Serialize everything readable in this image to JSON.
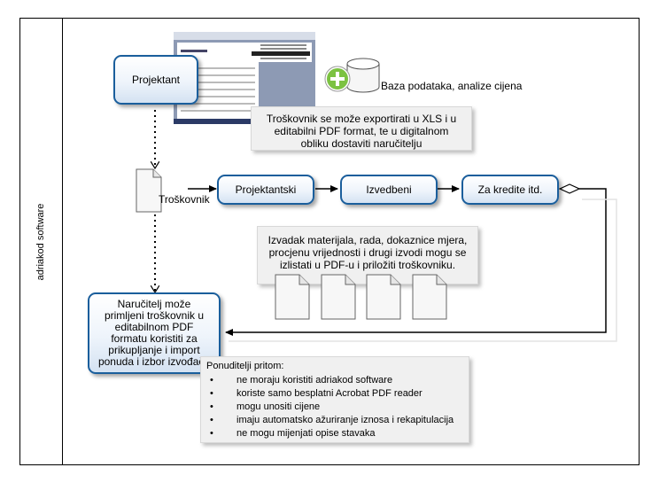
{
  "lane": {
    "label": "adriakod software"
  },
  "tasks": {
    "projektant": "Projektant",
    "projektantski": "Projektantski",
    "izvedbeni": "Izvedbeni",
    "za_kredite": "Za kredite itd.",
    "narucitelj": "Naručitelj može primljeni troškovnik u  editabilnom PDF formatu koristiti za prikupljanje i import ponuda i izbor izvođača"
  },
  "database": {
    "label": "Baza podataka, analize cijena"
  },
  "document": {
    "label": "Troškovnik"
  },
  "notes": {
    "export": "Troškovnik se može exportirati u XLS i u editabilni PDF format, te u digitalnom obliku dostaviti naručitelju",
    "izvadak": "Izvadak materijala, rada, dokaznice mjera, procjenu vrijednosti i drugi izvodi mogu se izlistati u PDF-u i priložiti troškovniku.",
    "ponuditelji": {
      "title": "Ponuditelji pritom:",
      "items": [
        "ne moraju koristiti adriakod software",
        "koriste samo besplatni Acrobat PDF reader",
        "mogu unositi cijene",
        "imaju automatsko ažuriranje iznosa i rekapitulacija",
        "ne mogu mijenjati opise stavaka"
      ]
    }
  },
  "colors": {
    "task_border": "#1a5e9c",
    "flow": "#000000",
    "note_bg": "#f0f0f0"
  }
}
